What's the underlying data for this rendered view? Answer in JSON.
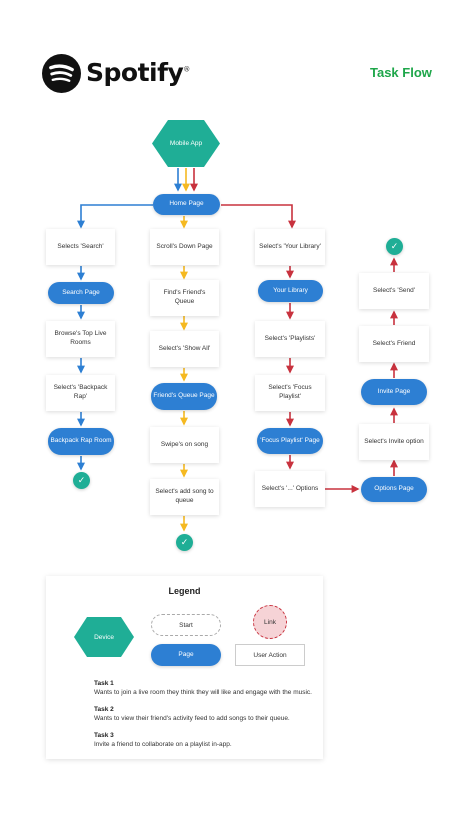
{
  "brand": {
    "name": "Spotify",
    "registered": "®"
  },
  "page_title": "Task Flow",
  "nodes": {
    "mobile_app": "Mobile App",
    "home_page": "Home Page",
    "t1": [
      "Selects 'Search'",
      "Search Page",
      "Browse's Top Live Rooms",
      "Select's 'Backpack Rap'",
      "Backpack Rap Room"
    ],
    "t2": [
      "Scroll's Down Page",
      "Find's Friend's Queue",
      "Select's 'Show All'",
      "Friend's Queue Page",
      "Swipe's on song",
      "Select's add song to queue"
    ],
    "t3": [
      "Select's 'Your Library'",
      "Your Library",
      "Select's 'Playlists'",
      "Select's 'Focus Playlist'",
      "'Focus Playlist' Page",
      "Select's '...' Options"
    ],
    "t3b": [
      "Options Page",
      "Select's Invite option",
      "Invite Page",
      "Select's Friend",
      "Select's 'Send'"
    ],
    "done": "✓"
  },
  "legend": {
    "title": "Legend",
    "device": "Device",
    "start": "Start",
    "link": "Link",
    "page": "Page",
    "user_action": "User Action",
    "tasks": [
      {
        "label": "Task 1",
        "desc": "Wants to join a live room they think they will like and engage with the music.",
        "color": "#2d7fd3"
      },
      {
        "label": "Task 2",
        "desc": "Wants to view their friend's activity feed to add songs to their queue.",
        "color": "#f5b921"
      },
      {
        "label": "Task 3",
        "desc": "Invite a friend to collaborate on a playlist in-app.",
        "color": "#c8323e"
      }
    ]
  },
  "colors": {
    "teal": "#1fae96",
    "blue": "#2d7fd3",
    "yellow": "#f5b921",
    "red": "#c8323e",
    "green_title": "#1ea64a"
  }
}
